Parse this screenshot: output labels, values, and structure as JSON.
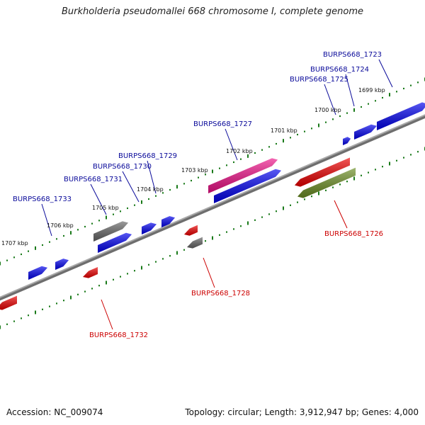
{
  "title": "Burkholderia pseudomallei 668 chromosome I, complete genome",
  "accession": "Accession: NC_009074",
  "topology": "Topology: circular; Length: 3,912,947 bp; Genes: 4,000",
  "colors": {
    "backbone": "#8a8a8a",
    "tick": "#1a7a1a",
    "label_plus": "#0a0a9a",
    "label_minus": "#cc0000",
    "gene_blue": "#0000ee",
    "gene_red": "#ee0000",
    "gene_gray": "#666666",
    "gene_pink": "#ee1188",
    "gene_olive": "#6b8e23"
  },
  "kbp_labels": [
    "1699 kbp",
    "1700 kbp",
    "1701 kbp",
    "1702 kbp",
    "1703 kbp",
    "1704 kbp",
    "1705 kbp",
    "1706 kbp",
    "1707 kbp"
  ],
  "gene_labels": [
    {
      "text": "BURPS668_1723",
      "strand": "plus"
    },
    {
      "text": "BURPS668_1724",
      "strand": "plus"
    },
    {
      "text": "BURPS668_1725",
      "strand": "plus"
    },
    {
      "text": "BURPS668_1727",
      "strand": "plus"
    },
    {
      "text": "BURPS668_1729",
      "strand": "plus"
    },
    {
      "text": "BURPS668_1730",
      "strand": "plus"
    },
    {
      "text": "BURPS668_1731",
      "strand": "plus"
    },
    {
      "text": "BURPS668_1733",
      "strand": "plus"
    },
    {
      "text": "BURPS668_1726",
      "strand": "minus"
    },
    {
      "text": "BURPS668_1728",
      "strand": "minus"
    },
    {
      "text": "BURPS668_1732",
      "strand": "minus"
    }
  ],
  "genes": [
    {
      "name": "BURPS668_1723",
      "strand": "plus",
      "color": "gene_blue"
    },
    {
      "name": "BURPS668_1724",
      "strand": "plus",
      "color": "gene_blue"
    },
    {
      "name": "BURPS668_1725",
      "strand": "plus",
      "color": "gene_blue"
    },
    {
      "name": "BURPS668_1727",
      "strand": "plus",
      "color": "gene_blue"
    },
    {
      "name": "BURPS668_1727-pink",
      "strand": "plus",
      "color": "gene_pink"
    },
    {
      "name": "BURPS668_1729",
      "strand": "plus",
      "color": "gene_blue"
    },
    {
      "name": "BURPS668_1730",
      "strand": "plus",
      "color": "gene_blue"
    },
    {
      "name": "BURPS668_1731",
      "strand": "plus",
      "color": "gene_blue"
    },
    {
      "name": "BURPS668_1731-gray",
      "strand": "plus",
      "color": "gene_gray"
    },
    {
      "name": "BURPS668_1733",
      "strand": "plus",
      "color": "gene_blue"
    },
    {
      "name": "BURPS668_1733b",
      "strand": "plus",
      "color": "gene_blue"
    },
    {
      "name": "BURPS668_1726",
      "strand": "minus",
      "color": "gene_red"
    },
    {
      "name": "BURPS668_1726-olive",
      "strand": "minus",
      "color": "gene_olive"
    },
    {
      "name": "BURPS668_1728",
      "strand": "minus",
      "color": "gene_red"
    },
    {
      "name": "BURPS668_1728-gray",
      "strand": "minus",
      "color": "gene_gray"
    },
    {
      "name": "BURPS668_1732",
      "strand": "minus",
      "color": "gene_red"
    },
    {
      "name": "left-edge-gene",
      "strand": "minus",
      "color": "gene_red"
    }
  ]
}
